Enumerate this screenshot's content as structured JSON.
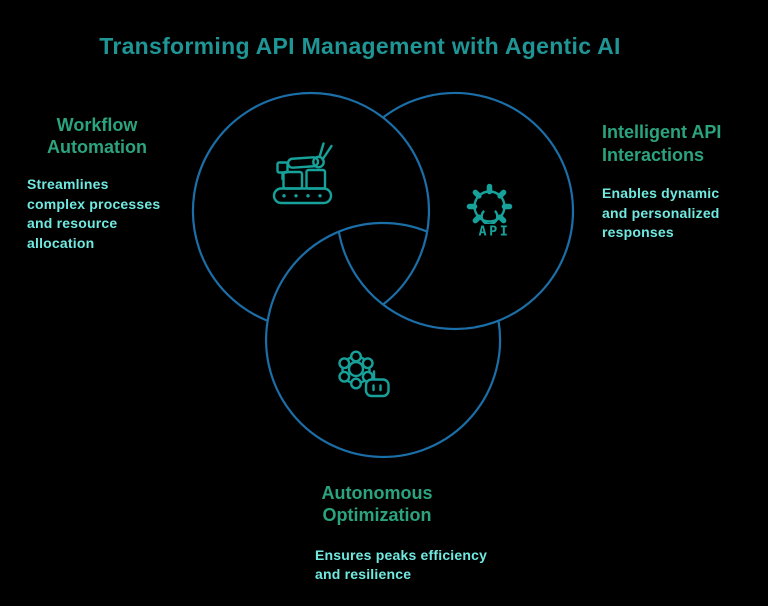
{
  "title": "Transforming API Management with Agentic AI",
  "colors": {
    "background": "#000000",
    "title_teal": "#1f9595",
    "heading_green": "#2ba47d",
    "description_cyan": "#70e9e0",
    "circle_stroke_blue": "#1b6ea7",
    "icon_teal": "#16a29a"
  },
  "diagram": {
    "type": "venn-3-interlocking-circles",
    "circles": [
      "workflow-automation",
      "intelligent-api-interactions",
      "autonomous-optimization"
    ]
  },
  "sections": [
    {
      "id": "workflow-automation",
      "heading": "Workflow Automation",
      "heading_lines": [
        "Workflow",
        "Automation"
      ],
      "description": "Streamlines complex processes and resource allocation",
      "description_lines": [
        "Streamlines",
        "complex processes",
        "and resource",
        "allocation"
      ],
      "icon": "robotic-arm-conveyor-icon"
    },
    {
      "id": "intelligent-api-interactions",
      "heading": "Intelligent API Interactions",
      "heading_lines": [
        "Intelligent API",
        "Interactions"
      ],
      "description": "Enables dynamic and personalized responses",
      "description_lines": [
        "Enables dynamic",
        "and personalized",
        "responses"
      ],
      "icon": "gear-api-icon"
    },
    {
      "id": "autonomous-optimization",
      "heading": "Autonomous Optimization",
      "heading_lines": [
        "Autonomous",
        "Optimization"
      ],
      "description": "Ensures peaks efficiency and resilience",
      "description_lines": [
        "Ensures peaks efficiency",
        "and resilience"
      ],
      "icon": "gear-robot-icon"
    }
  ],
  "icons": {
    "api_label": "API"
  }
}
